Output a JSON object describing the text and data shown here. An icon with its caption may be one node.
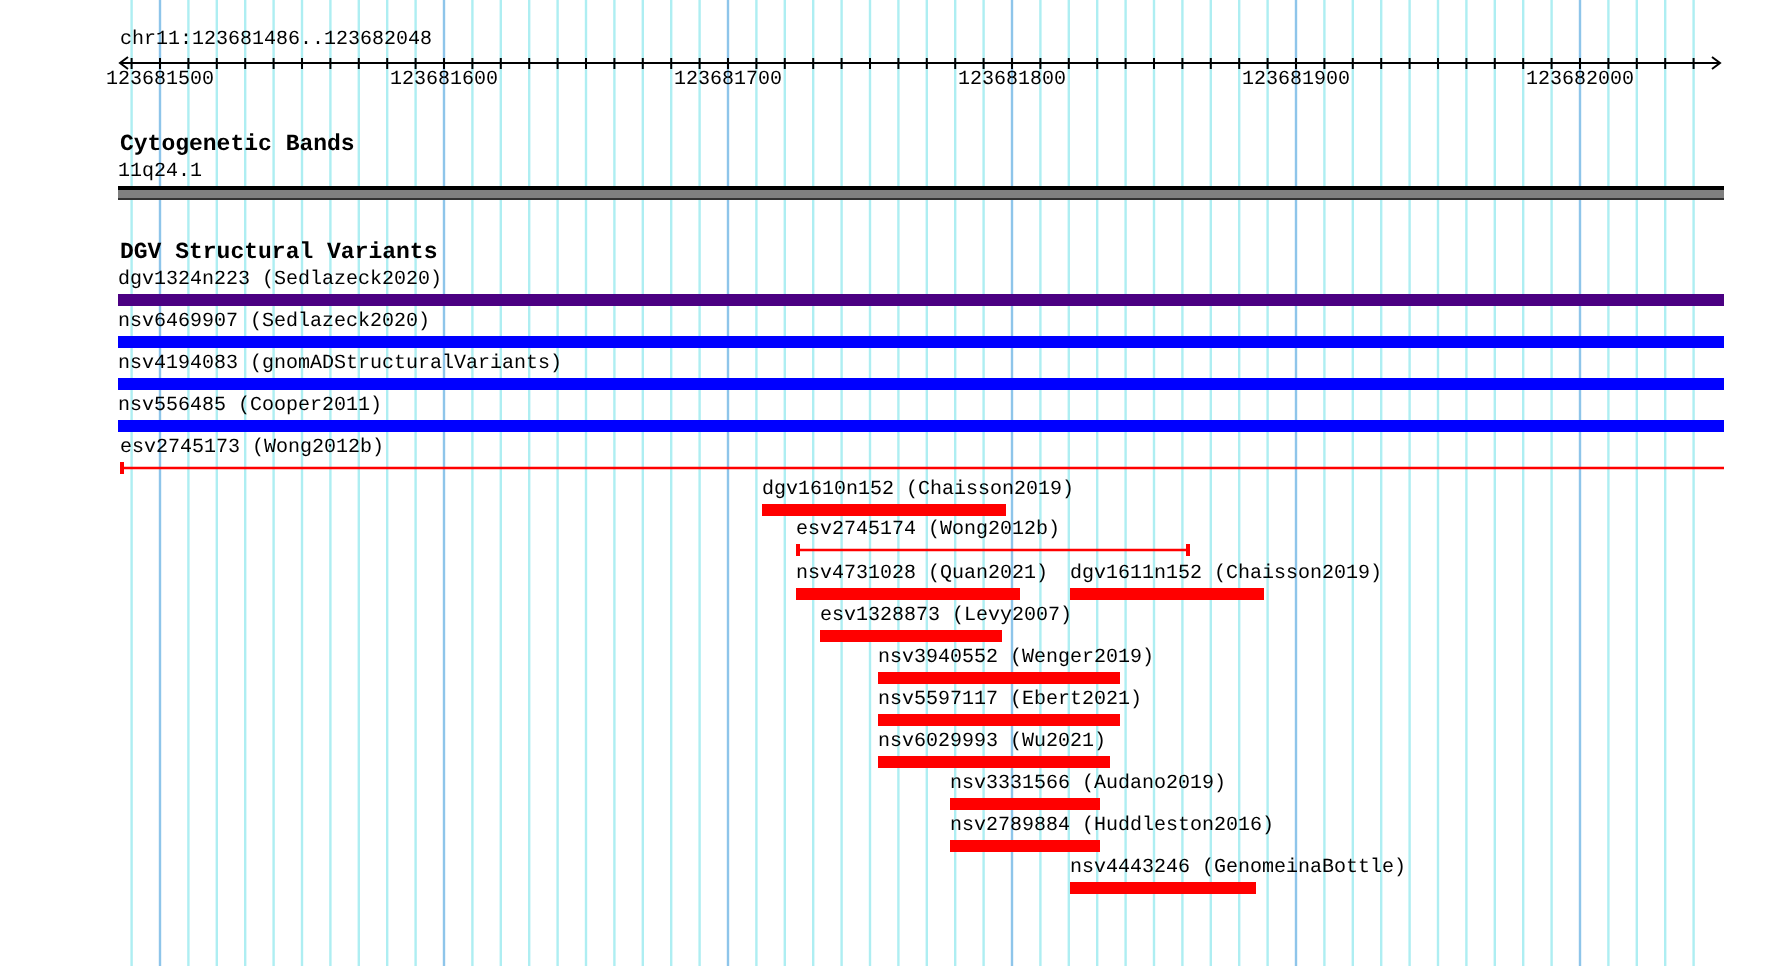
{
  "diagram": {
    "nodes": [
      {
        "text": [
          "11q24.1"
        ]
      },
      {
        "text": [
          "dgv1324n223 (Sedlazeck2020)"
        ]
      },
      {
        "text": [
          "nsv6469907 (Sedlazeck2020)"
        ]
      },
      {
        "text": [
          "nsv4194083 (gnomADStructuralVariants)"
        ]
      },
      {
        "text": [
          "nsv556485 (Cooper2011)"
        ]
      },
      {
        "text": [
          "esv2745173 (Wong2012b)"
        ]
      },
      {
        "text": [
          "dgv1610n152 (Chaisson2019)"
        ]
      },
      {
        "text": [
          "esv2745174 (Wong2012b)"
        ]
      },
      {
        "text": [
          "nsv4731028 (Quan2021)"
        ]
      },
      {
        "text": [
          "dgv1611n152 (Chaisson2019)"
        ]
      },
      {
        "text": [
          "esv1328873 (Levy2007)"
        ]
      },
      {
        "text": [
          "nsv3940552 (Wenger2019)"
        ]
      },
      {
        "text": [
          "nsv5597117 (Ebert2021)"
        ]
      },
      {
        "text": [
          "nsv6029993 (Wu2021)"
        ]
      },
      {
        "text": [
          "nsv3331566 (Audano2019)"
        ]
      },
      {
        "text": [
          "nsv2789884 (Huddleston2016)"
        ]
      },
      {
        "text": [
          "nsv4443246 (GenomeinaBottle)"
        ]
      }
    ],
    "labels": [
      "chr11:123681486..123682048",
      "123681500",
      "123681600",
      "123681700",
      "123681800",
      "123681900",
      "123682000",
      "Cytogenetic Bands",
      "DGV Structural Variants"
    ]
  }
}
